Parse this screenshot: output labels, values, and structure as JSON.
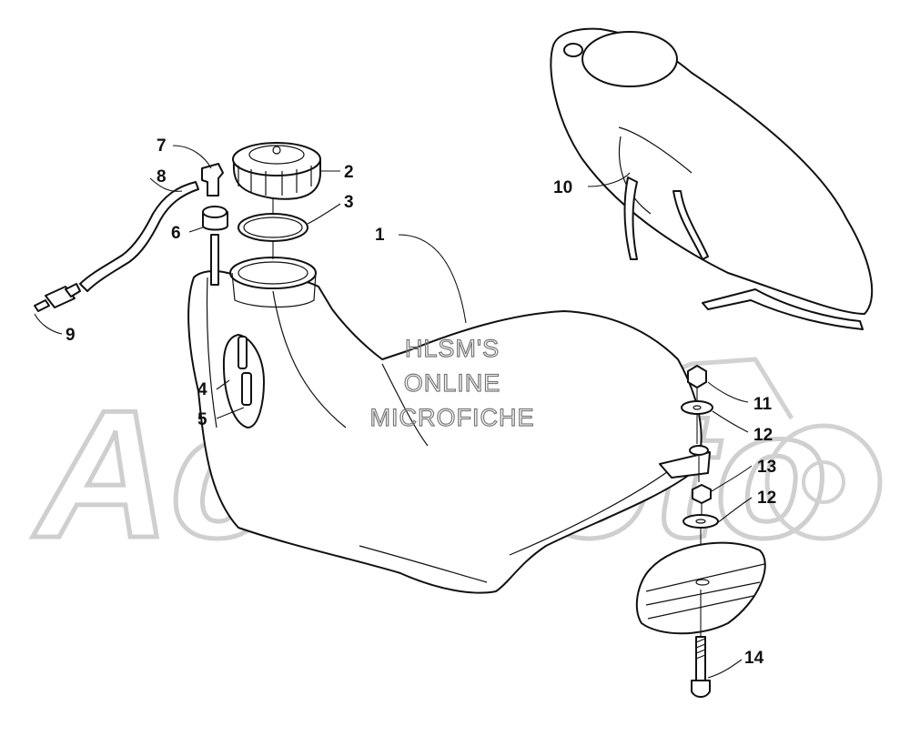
{
  "diagram": {
    "watermark_lines": [
      "HLSM'S",
      "ONLINE",
      "MICROFICHE"
    ],
    "brand_logo_text": "AchMoto",
    "callouts": [
      {
        "id": "c1",
        "text": "1"
      },
      {
        "id": "c2",
        "text": "2"
      },
      {
        "id": "c3",
        "text": "3"
      },
      {
        "id": "c4",
        "text": "4"
      },
      {
        "id": "c5",
        "text": "5"
      },
      {
        "id": "c6",
        "text": "6"
      },
      {
        "id": "c7",
        "text": "7"
      },
      {
        "id": "c8",
        "text": "8"
      },
      {
        "id": "c9",
        "text": "9"
      },
      {
        "id": "c10",
        "text": "10"
      },
      {
        "id": "c11",
        "text": "11"
      },
      {
        "id": "c12a",
        "text": "12"
      },
      {
        "id": "c13",
        "text": "13"
      },
      {
        "id": "c12b",
        "text": "12"
      },
      {
        "id": "c14",
        "text": "14"
      }
    ]
  }
}
